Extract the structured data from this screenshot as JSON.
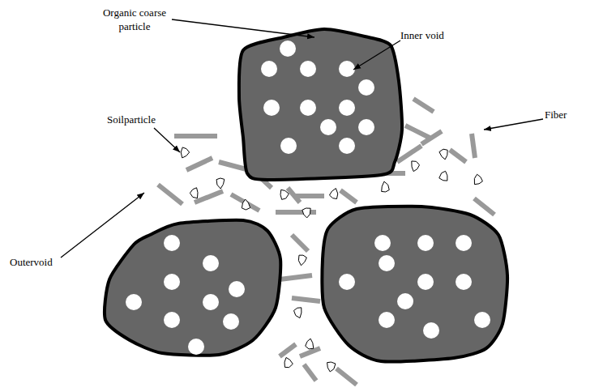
{
  "diagram": {
    "labels": [
      "Organic coarse particle",
      "Inner void",
      "Soilparticle",
      "Fiber",
      "Outervoid"
    ]
  }
}
